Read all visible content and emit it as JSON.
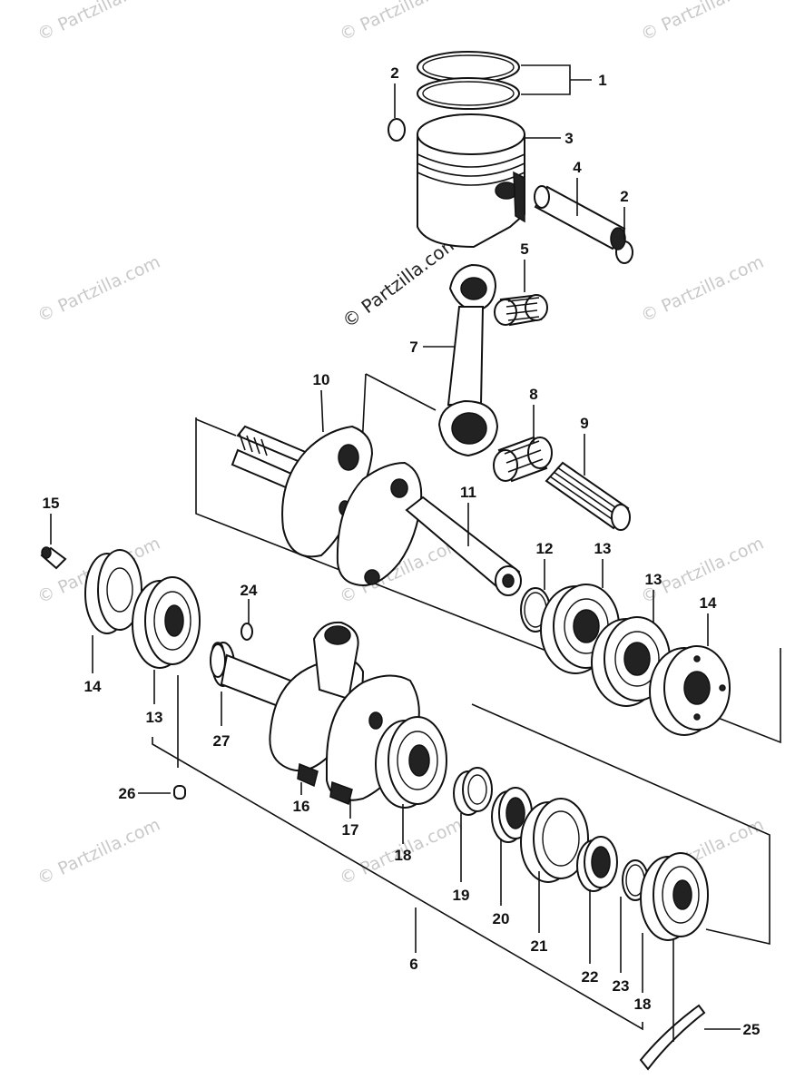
{
  "watermarks": {
    "corner": "© Partzilla.com",
    "main": "© Partzilla.com"
  },
  "callouts": [
    {
      "id": "c1",
      "label": "1"
    },
    {
      "id": "c2a",
      "label": "2"
    },
    {
      "id": "c2b",
      "label": "2"
    },
    {
      "id": "c3",
      "label": "3"
    },
    {
      "id": "c4",
      "label": "4"
    },
    {
      "id": "c5",
      "label": "5"
    },
    {
      "id": "c6",
      "label": "6"
    },
    {
      "id": "c7",
      "label": "7"
    },
    {
      "id": "c8",
      "label": "8"
    },
    {
      "id": "c9",
      "label": "9"
    },
    {
      "id": "c10",
      "label": "10"
    },
    {
      "id": "c11",
      "label": "11"
    },
    {
      "id": "c12",
      "label": "12"
    },
    {
      "id": "c13a",
      "label": "13"
    },
    {
      "id": "c13b",
      "label": "13"
    },
    {
      "id": "c13c",
      "label": "13"
    },
    {
      "id": "c14a",
      "label": "14"
    },
    {
      "id": "c14b",
      "label": "14"
    },
    {
      "id": "c15",
      "label": "15"
    },
    {
      "id": "c16",
      "label": "16"
    },
    {
      "id": "c17",
      "label": "17"
    },
    {
      "id": "c18a",
      "label": "18"
    },
    {
      "id": "c18b",
      "label": "18"
    },
    {
      "id": "c19",
      "label": "19"
    },
    {
      "id": "c20",
      "label": "20"
    },
    {
      "id": "c21",
      "label": "21"
    },
    {
      "id": "c22",
      "label": "22"
    },
    {
      "id": "c23",
      "label": "23"
    },
    {
      "id": "c24",
      "label": "24"
    },
    {
      "id": "c25",
      "label": "25"
    },
    {
      "id": "c26",
      "label": "26"
    },
    {
      "id": "c27",
      "label": "27"
    }
  ]
}
